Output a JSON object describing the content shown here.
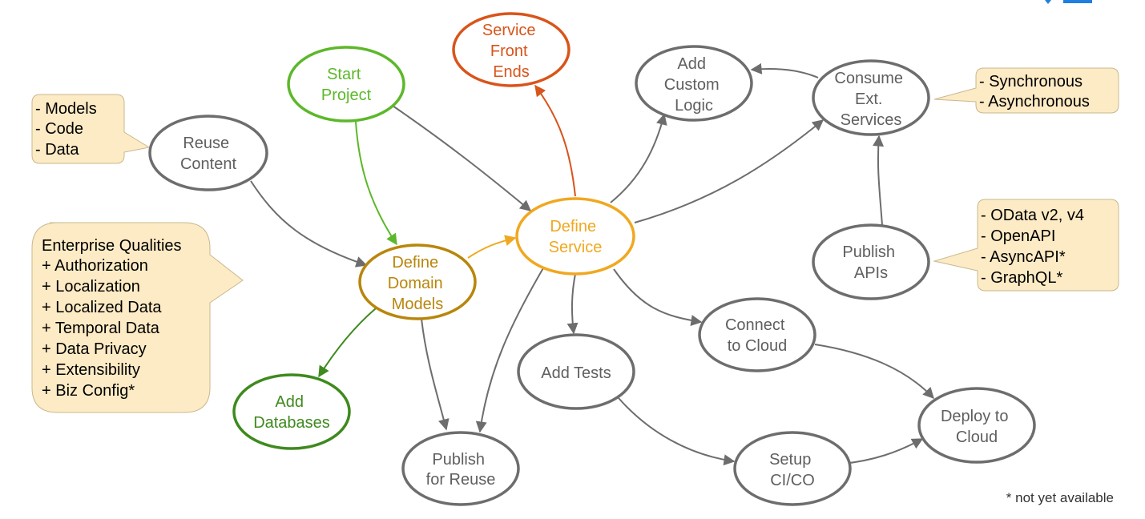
{
  "colors": {
    "gray": "#6d6d6d",
    "gray_text": "#5f5f5f",
    "green_light": "#5cb82a",
    "orange": "#d9541a",
    "yellow": "#f0a820",
    "gold": "#b8860b",
    "green_dark": "#3e8a1e",
    "note_fill": "#fdebc5",
    "note_stroke": "#c8b88e",
    "corner_blue": "#1f7fe0"
  },
  "nodes": {
    "service_front_ends": [
      "Service",
      "Front",
      "Ends"
    ],
    "start_project": [
      "Start",
      "Project"
    ],
    "add_custom_logic": [
      "Add",
      "Custom",
      "Logic"
    ],
    "consume_ext_services": [
      "Consume",
      "Ext.",
      "Services"
    ],
    "reuse_content": [
      "Reuse",
      "Content"
    ],
    "define_service": [
      "Define",
      "Service"
    ],
    "publish_apis": [
      "Publish",
      "APIs"
    ],
    "define_domain_models": [
      "Define",
      "Domain",
      "Models"
    ],
    "connect_to_cloud": [
      "Connect",
      "to Cloud"
    ],
    "add_tests": [
      "Add Tests"
    ],
    "add_databases": [
      "Add",
      "Databases"
    ],
    "deploy_to_cloud": [
      "Deploy to",
      "Cloud"
    ],
    "setup_ci_co": [
      "Setup",
      "CI/CO"
    ],
    "publish_for_reuse": [
      "Publish",
      "for Reuse"
    ]
  },
  "notes": {
    "content_types": [
      "-  Models",
      "-  Code",
      "-  Data"
    ],
    "enterprise_qualities": [
      "Enterprise Qualities",
      "+  Authorization",
      "+  Localization",
      "+  Localized Data",
      "+  Temporal Data",
      "+  Data Privacy",
      "+  Extensibility",
      "+  Biz Config*"
    ],
    "sync_modes": [
      "-  Synchronous",
      "-  Asynchronous"
    ],
    "api_formats": [
      "-  OData v2, v4",
      "-  OpenAPI",
      "-  AsyncAPI*",
      "-  GraphQL*"
    ]
  },
  "footnote": "* not yet available"
}
